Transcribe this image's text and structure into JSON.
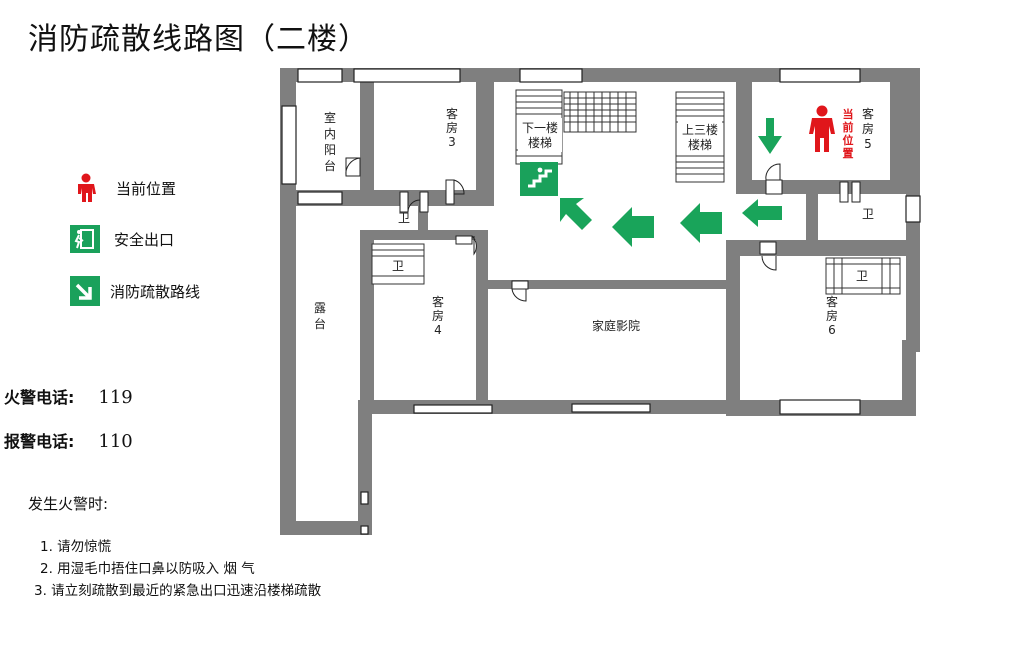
{
  "title": "消防疏散线路图（二楼）",
  "legend": {
    "current": "当前位置",
    "exit": "安全出口",
    "route": "消防疏散路线"
  },
  "phones": {
    "fire_label": "火警电话:",
    "fire_number": "119",
    "police_label": "报警电话:",
    "police_number": "110"
  },
  "instructions": {
    "heading": "发生火警时:",
    "steps": [
      "1. 请勿惊慌",
      "2. 用湿毛巾捂住口鼻以防吸入 烟 气",
      "3. 请立刻疏散到最近的紧急出口迅速沿楼梯疏散"
    ]
  },
  "rooms": {
    "balcony_1": "室",
    "balcony_2": "内",
    "balcony_3": "阳",
    "balcony_4": "台",
    "room3_a": "客",
    "room3_b": "房",
    "room3_c": "3",
    "stairs_down_1": "下一楼",
    "stairs_down_2": "楼梯",
    "stairs_up_1": "上三楼",
    "stairs_up_2": "楼梯",
    "room5_a": "客",
    "room5_b": "房",
    "room5_c": "5",
    "current_1": "当",
    "current_2": "前",
    "current_3": "位",
    "current_4": "置",
    "bath": "卫",
    "terrace_1": "露",
    "terrace_2": "台",
    "room4_a": "客",
    "room4_b": "房",
    "room4_c": "4",
    "theater": "家庭影院",
    "room6_a": "客",
    "room6_b": "房",
    "room6_c": "6"
  },
  "colors": {
    "wall": "#7f7f7f",
    "exit_green": "#1aa15b",
    "current_red": "#e0161b",
    "route_green": "#19a45a"
  }
}
